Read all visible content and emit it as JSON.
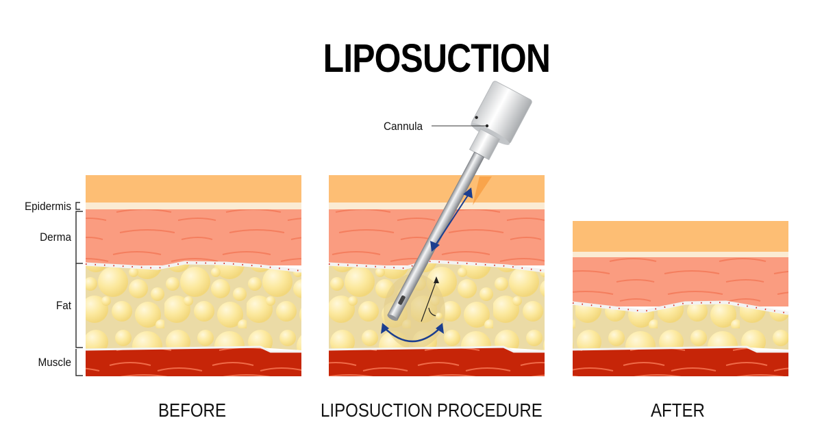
{
  "title": "LIPOSUCTION",
  "labels": {
    "epidermis": "Epidermis",
    "derma": "Derma",
    "fat": "Fat",
    "muscle": "Muscle",
    "cannula": "Cannula"
  },
  "panels": [
    {
      "id": "before",
      "caption": "BEFORE"
    },
    {
      "id": "procedure",
      "caption": "LIPOSUCTION PROCEDURE"
    },
    {
      "id": "after",
      "caption": "AFTER"
    }
  ],
  "colors": {
    "top_layer": "#FDBE74",
    "epidermis": "#FBEBD3",
    "derma": "#FA9C80",
    "derma_fiber": "#F47E5E",
    "fat_bg": "#EBDBA6",
    "fat_cell": "#FCE89E",
    "fat_highlight": "#FFF7D6",
    "membrane": "#F3F3F3",
    "membrane_dot": "#D62B1E",
    "muscle": "#C62508",
    "muscle_fiber": "#EF6A48",
    "arrow": "#1B3E8F",
    "cannula_metal": "#B9BCBF"
  }
}
